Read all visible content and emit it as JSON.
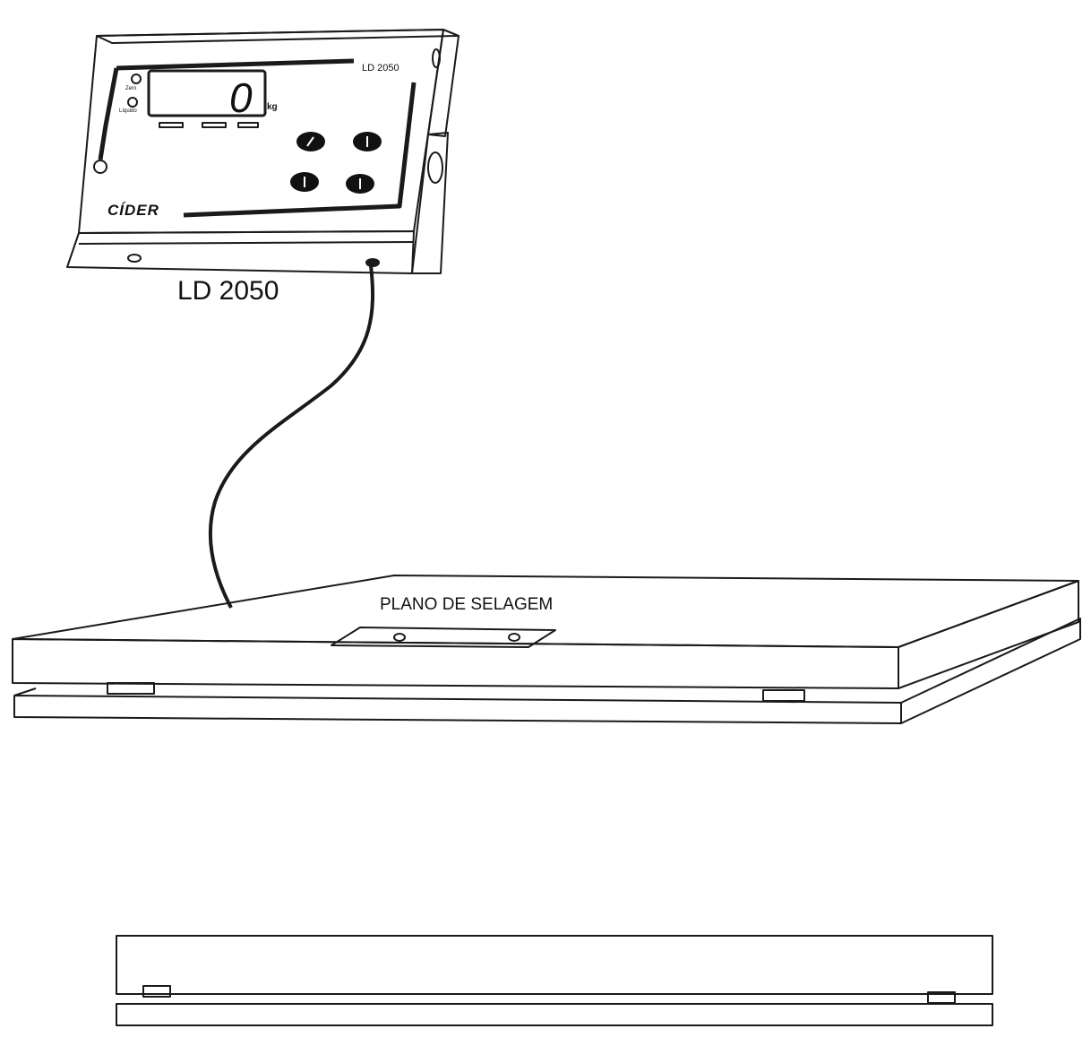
{
  "indicator": {
    "model_caption": "LD 2050",
    "model_tag": "LD 2050",
    "display_value": "0",
    "display_unit": "kg",
    "zero_label": "Zero",
    "liquid_label": "Líquido",
    "brand": "CÍDER"
  },
  "platform": {
    "seal_plane_label": "PLANO DE SELAGEM"
  },
  "colors": {
    "line": "#1a1a1a",
    "paper": "#ffffff",
    "key_fill": "#111111"
  }
}
